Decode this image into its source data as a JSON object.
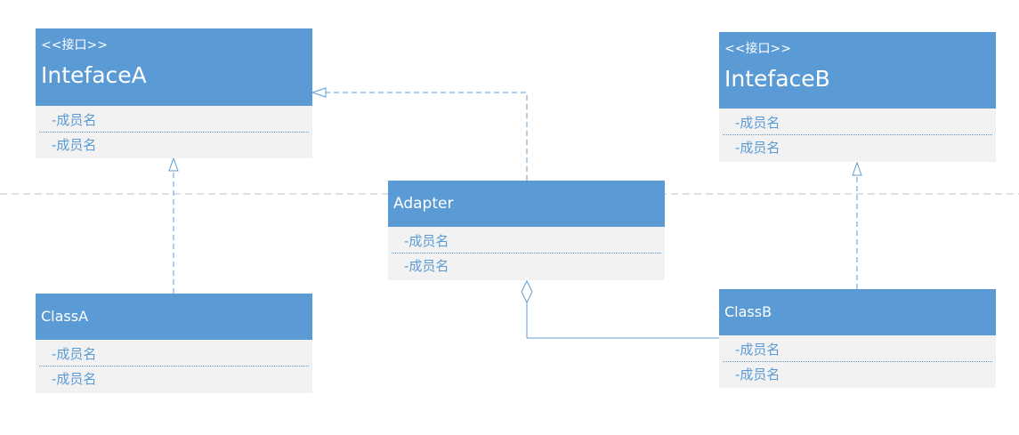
{
  "interface_a": {
    "stereotype": "<<接口>>",
    "name": "IntefaceA",
    "members": [
      "-成员名",
      "-成员名"
    ]
  },
  "interface_b": {
    "stereotype": "<<接口>>",
    "name": "IntefaceB",
    "members": [
      "-成员名",
      "-成员名"
    ]
  },
  "adapter": {
    "name": "Adapter",
    "members": [
      "-成员名",
      "-成员名"
    ]
  },
  "class_a": {
    "name": "ClassA",
    "members": [
      "-成员名",
      "-成员名"
    ]
  },
  "class_b": {
    "name": "ClassB",
    "members": [
      "-成员名",
      "-成员名"
    ]
  },
  "colors": {
    "header_fill": "#5b9bd5",
    "body_fill": "#f2f2f2",
    "connector": "#5b9bd5",
    "divider_line": "#bfbfbf"
  },
  "relationships": [
    {
      "from": "ClassA",
      "to": "IntefaceA",
      "type": "realization"
    },
    {
      "from": "Adapter",
      "to": "IntefaceA",
      "type": "realization"
    },
    {
      "from": "ClassB",
      "to": "IntefaceB",
      "type": "realization"
    },
    {
      "from": "ClassB",
      "to": "Adapter",
      "type": "aggregation"
    }
  ]
}
